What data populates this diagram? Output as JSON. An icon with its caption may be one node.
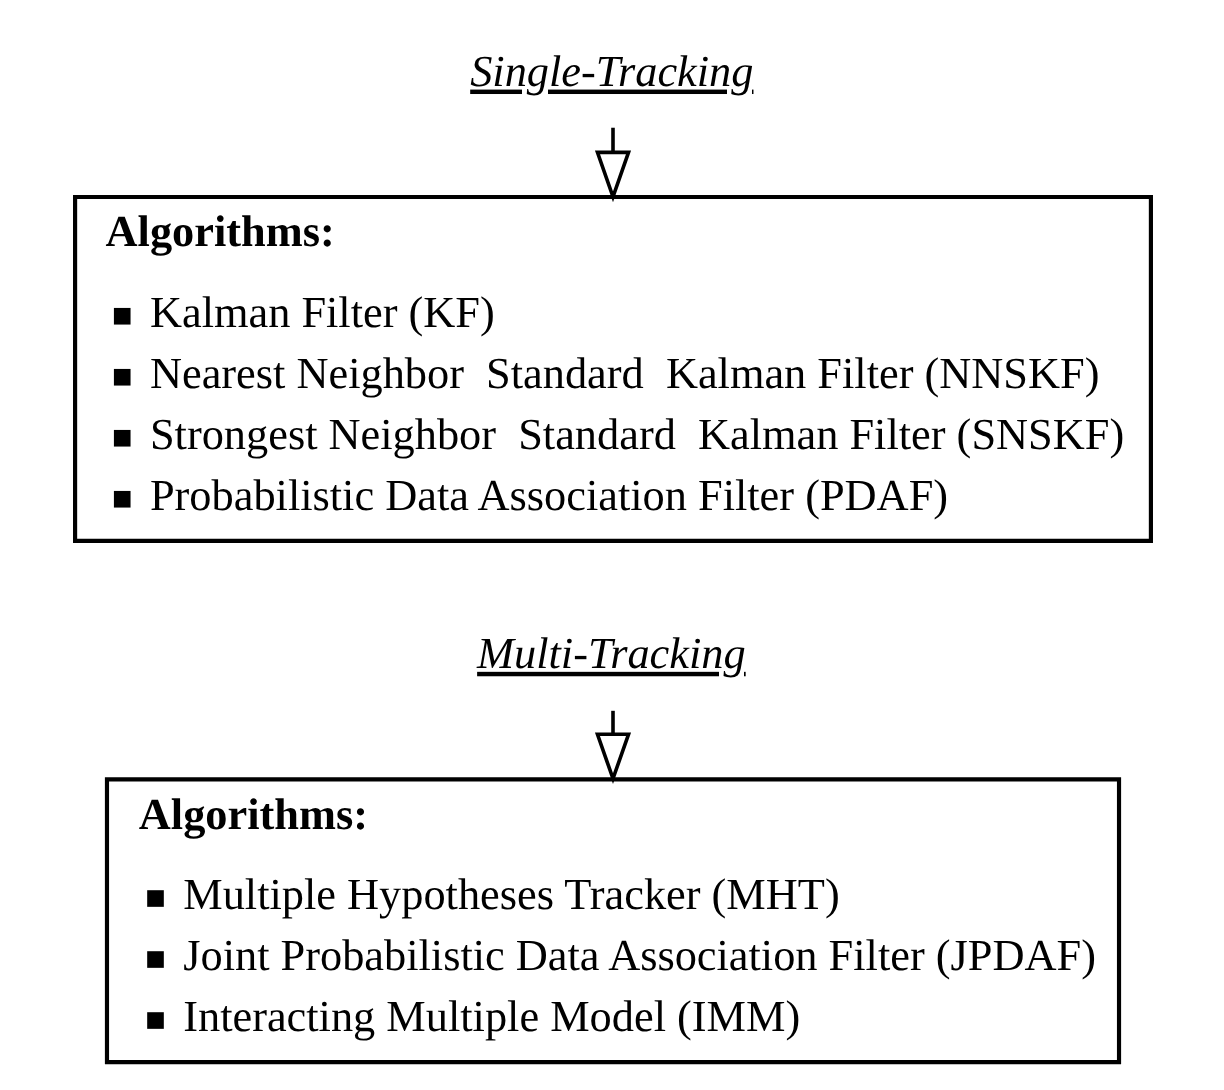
{
  "diagram": {
    "nodes": [
      {
        "text": [
          "Single-Tracking"
        ]
      },
      {
        "text": [
          "Algorithms:",
          "Kalman Filter (KF)",
          "Nearest Neighbor  Standard  Kalman Filter (NNSKF)",
          "Strongest Neighbor  Standard  Kalman Filter (SNSKF)",
          "Probabilistic Data Association Filter (PDAF)"
        ]
      },
      {
        "text": [
          "Multi-Tracking"
        ]
      },
      {
        "text": [
          "Algorithms:",
          "Multiple Hypotheses Tracker (MHT)",
          "Joint Probabilistic Data Association Filter (JPDAF)",
          "Interacting Multiple Model (IMM)"
        ]
      }
    ],
    "edges": [
      {
        "from": 0,
        "to": 1,
        "arrow": "to"
      },
      {
        "from": 2,
        "to": 3,
        "arrow": "to"
      }
    ]
  }
}
